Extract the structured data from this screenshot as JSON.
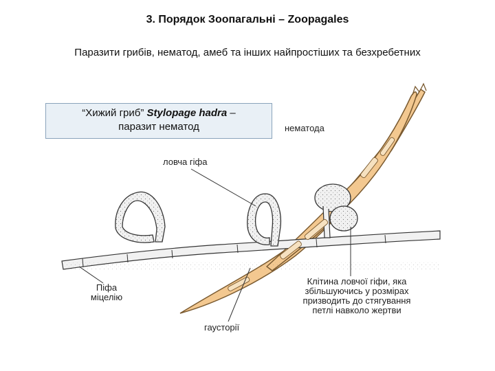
{
  "slide": {
    "title": "3. Порядок Зоопагальні – Zoopagales",
    "subtitle": "Паразити грибів, нематод, амеб та інших найпростіших та безхребетних",
    "callout": {
      "quote_open": "“Хижий гриб” ",
      "species": "Stylopage hadra",
      "rest_line1": " –",
      "line2": "паразит нематод"
    }
  },
  "labels": {
    "nematode": "нематода",
    "trap_hypha": "ловча гіфа",
    "mycelium_hypha_1": "Піфа",
    "mycelium_hypha_2": "міцелію",
    "haustoria": "гаусторії",
    "trap_cell": "Клітина ловчої гіфи, яка збільшуючись у розмірах призводить до стягування петлі навколо жертви"
  },
  "colors": {
    "nematode_fill": "#f3c890",
    "nematode_stroke": "#7a5a30",
    "hypha_fill": "#f1f1f1",
    "line": "#333333",
    "callout_bg": "#e9f0f6"
  }
}
